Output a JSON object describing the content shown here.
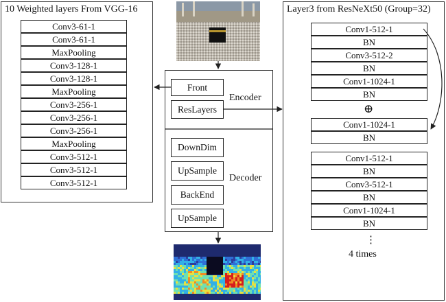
{
  "vgg": {
    "title": "10 Weighted layers From VGG-16",
    "layers": [
      "Conv3-61-1",
      "Conv3-61-1",
      "MaxPooling",
      "Conv3-128-1",
      "Conv3-128-1",
      "MaxPooling",
      "Conv3-256-1",
      "Conv3-256-1",
      "Conv3-256-1",
      "MaxPooling",
      "Conv3-512-1",
      "Conv3-512-1",
      "Conv3-512-1"
    ]
  },
  "model": {
    "encoder": {
      "label": "Encoder",
      "front": "Front",
      "reslayers": "ResLayers"
    },
    "decoder": {
      "label": "Decoder",
      "downdim": "DownDim",
      "upsample1": "UpSample",
      "backend": "BackEnd",
      "upsample2": "UpSample"
    }
  },
  "resnext": {
    "title": "Layer3 from ResNeXt50 (Group=32)",
    "block1": [
      "Conv1-512-1",
      "BN",
      "Conv3-512-2",
      "BN",
      "Conv1-1024-1",
      "BN"
    ],
    "plus": "⊕",
    "shortcut": [
      "Conv1-1024-1",
      "BN"
    ],
    "block2": [
      "Conv1-512-1",
      "BN",
      "Conv3-512-1",
      "BN",
      "Conv1-1024-1",
      "BN"
    ],
    "dots": "⋮",
    "repeat": "4 times"
  },
  "icons": {
    "input": "crowd-photo",
    "output": "density-heatmap"
  },
  "colors": {
    "line": "#222222",
    "heat_bg": "#1e2a6e"
  }
}
